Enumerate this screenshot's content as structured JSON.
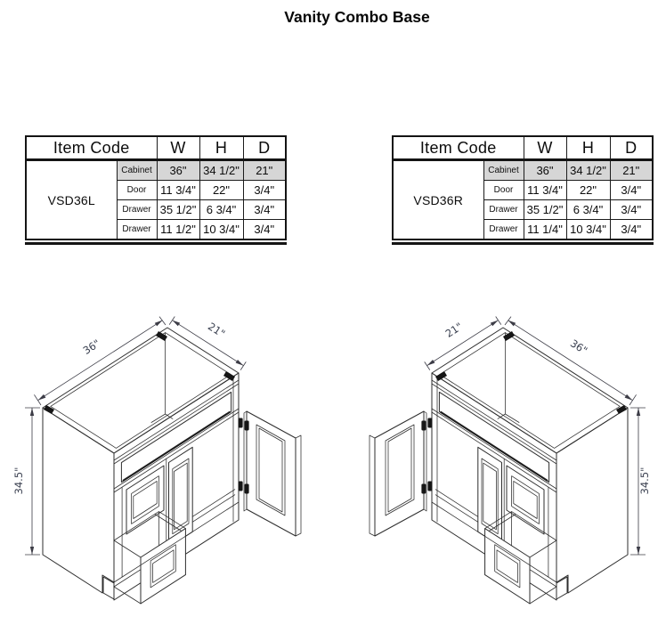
{
  "page": {
    "title": "Vanity Combo Base"
  },
  "tables": [
    {
      "item_code": "VSD36L",
      "header": {
        "item_code_label": "Item Code",
        "w": "W",
        "h": "H",
        "d": "D"
      },
      "rows": [
        {
          "part": "Cabinet",
          "w": "36\"",
          "h": "34 1/2\"",
          "d": "21\""
        },
        {
          "part": "Door",
          "w": "11 3/4\"",
          "h": "22\"",
          "d": "3/4\""
        },
        {
          "part": "Drawer",
          "w": "35 1/2\"",
          "h": "6 3/4\"",
          "d": "3/4\""
        },
        {
          "part": "Drawer",
          "w": "11 1/2\"",
          "h": "10 3/4\"",
          "d": "3/4\""
        }
      ]
    },
    {
      "item_code": "VSD36R",
      "header": {
        "item_code_label": "Item Code",
        "w": "W",
        "h": "H",
        "d": "D"
      },
      "rows": [
        {
          "part": "Cabinet",
          "w": "36\"",
          "h": "34 1/2\"",
          "d": "21\""
        },
        {
          "part": "Door",
          "w": "11 3/4\"",
          "h": "22\"",
          "d": "3/4\""
        },
        {
          "part": "Drawer",
          "w": "35 1/2\"",
          "h": "6 3/4\"",
          "d": "3/4\""
        },
        {
          "part": "Drawer",
          "w": "11 1/4\"",
          "h": "10 3/4\"",
          "d": "3/4\""
        }
      ]
    }
  ],
  "drawings": [
    {
      "name": "left-hand-vanity-isometric",
      "width_label": "36\"",
      "depth_label": "21\"",
      "height_label": "34.5\""
    },
    {
      "name": "right-hand-vanity-isometric",
      "width_label": "36\"",
      "depth_label": "21\"",
      "height_label": "34.5\""
    }
  ],
  "colors": {
    "highlight_row": "#d6d6d6",
    "table_border": "#141414",
    "drawing_line": "#2e2e2e",
    "dim_text": "#3a4050"
  }
}
